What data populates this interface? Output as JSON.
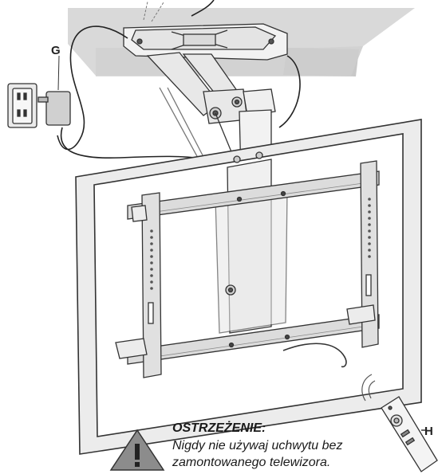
{
  "callouts": {
    "adapter": "G",
    "remote": "H"
  },
  "warning": {
    "title": "OSTRZEŻENIE:",
    "line1": "Nigdy nie używaj uchwytu bez",
    "line2": "zamontowanego telewizora."
  },
  "icons": {
    "warning": "warning-triangle-icon",
    "outlet": "wall-outlet-icon",
    "remote": "remote-control-icon"
  },
  "colors": {
    "ceiling": "#d9d9d9",
    "ceiling_dark": "#bdbdbd",
    "tv_frame": "#e6e6e6",
    "stroke": "#333333",
    "warning_fill": "#8c8c8c"
  }
}
